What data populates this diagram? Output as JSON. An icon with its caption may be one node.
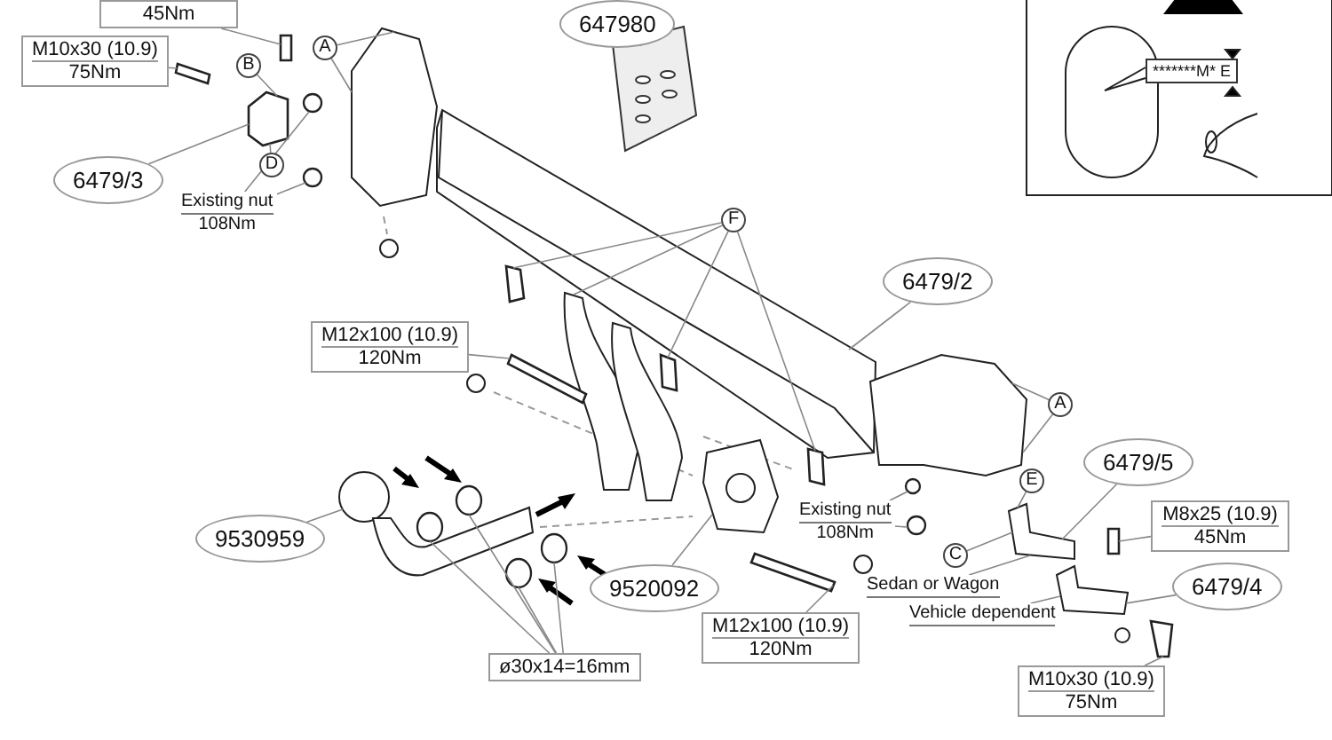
{
  "diagram": {
    "nodes": [
      {
        "text": [
          "45Nm"
        ]
      },
      {
        "text": [
          "647980"
        ]
      },
      {
        "text": [
          "M10x30 (10.9)",
          "75Nm"
        ]
      },
      {
        "text": [
          "B"
        ]
      },
      {
        "text": [
          "A"
        ]
      },
      {
        "text": [
          "6479/3"
        ]
      },
      {
        "text": [
          "D"
        ]
      },
      {
        "text": [
          "Existing nut",
          "108Nm"
        ]
      },
      {
        "text": [
          "F"
        ]
      },
      {
        "text": [
          "6479/2"
        ]
      },
      {
        "text": [
          "M12x100 (10.9)",
          "120Nm"
        ]
      },
      {
        "text": [
          "A"
        ]
      },
      {
        "text": [
          "6479/5"
        ]
      },
      {
        "text": [
          "E"
        ]
      },
      {
        "text": [
          "Existing nut",
          "108Nm"
        ]
      },
      {
        "text": [
          "C"
        ]
      },
      {
        "text": [
          "9530959"
        ]
      },
      {
        "text": [
          "9520092"
        ]
      },
      {
        "text": [
          "M8x25 (10.9)",
          "45Nm"
        ]
      },
      {
        "text": [
          "Sedan or Wagon"
        ]
      },
      {
        "text": [
          "6479/4"
        ]
      },
      {
        "text": [
          "Vehicle dependent"
        ]
      },
      {
        "text": [
          "M12x100 (10.9)",
          "120Nm"
        ]
      },
      {
        "text": [
          "ø30x14=16mm"
        ]
      },
      {
        "text": [
          "M10x30 (10.9)",
          "75Nm"
        ]
      },
      {
        "text": [
          "*******M* E"
        ]
      },
      {
        "text": [],
        "shape": "box"
      },
      {
        "text": [],
        "shape": "picture"
      },
      {
        "text": [],
        "shape": "box"
      },
      {
        "text": [],
        "shape": "box"
      },
      {
        "text": [],
        "shape": "picture"
      },
      {
        "text": [],
        "shape": "circle"
      },
      {
        "text": [],
        "shape": "circle"
      },
      {
        "text": [],
        "shape": "box"
      },
      {
        "text": [],
        "shape": "picture"
      },
      {
        "text": [],
        "shape": "box"
      },
      {
        "text": [],
        "shape": "box"
      },
      {
        "text": [],
        "shape": "picture"
      },
      {
        "text": [],
        "shape": "box"
      },
      {
        "text": [],
        "shape": "picture"
      },
      {
        "text": [],
        "shape": "picture"
      },
      {
        "text": [],
        "shape": "circle"
      },
      {
        "text": [],
        "shape": "circle"
      },
      {
        "text": [],
        "shape": "picture"
      },
      {
        "text": [],
        "shape": "picture"
      },
      {
        "text": [],
        "shape": "box"
      },
      {
        "text": [],
        "shape": "picture"
      },
      {
        "text": [],
        "shape": "box"
      },
      {
        "text": [],
        "shape": "circle"
      },
      {
        "text": [],
        "shape": "circle"
      },
      {
        "text": [],
        "shape": "circle"
      },
      {
        "text": [],
        "shape": "circle"
      },
      {
        "text": [],
        "shape": "box"
      }
    ],
    "edges": [
      {
        "from": 0,
        "to": 26,
        "arrow": "none"
      },
      {
        "from": 1,
        "to": 27,
        "arrow": "none"
      },
      {
        "from": 2,
        "to": 28,
        "arrow": "none"
      },
      {
        "from": 3,
        "to": 29,
        "arrow": "none"
      },
      {
        "from": 4,
        "to": 30,
        "arrow": "none"
      },
      {
        "from": 4,
        "to": 30,
        "arrow": "none"
      },
      {
        "from": 5,
        "to": 29,
        "arrow": "none"
      },
      {
        "from": 6,
        "to": 29,
        "arrow": "none"
      },
      {
        "from": 7,
        "to": 31,
        "arrow": "none"
      },
      {
        "from": 7,
        "to": 32,
        "arrow": "none"
      },
      {
        "from": 8,
        "to": 33,
        "arrow": "none"
      },
      {
        "from": 8,
        "to": 34,
        "arrow": "none"
      },
      {
        "from": 8,
        "to": 35,
        "arrow": "none"
      },
      {
        "from": 8,
        "to": 36,
        "arrow": "none"
      },
      {
        "from": 9,
        "to": 37,
        "arrow": "none"
      },
      {
        "from": 10,
        "to": 38,
        "arrow": "none"
      },
      {
        "from": 11,
        "to": 39,
        "arrow": "none"
      },
      {
        "from": 11,
        "to": 39,
        "arrow": "none"
      },
      {
        "from": 12,
        "to": 40,
        "arrow": "none"
      },
      {
        "from": 13,
        "to": 40,
        "arrow": "none"
      },
      {
        "from": 14,
        "to": 41,
        "arrow": "none"
      },
      {
        "from": 14,
        "to": 42,
        "arrow": "none"
      },
      {
        "from": 15,
        "to": 40,
        "arrow": "none"
      },
      {
        "from": 16,
        "to": 43,
        "arrow": "none"
      },
      {
        "from": 17,
        "to": 44,
        "arrow": "none"
      },
      {
        "from": 18,
        "to": 45,
        "arrow": "none"
      },
      {
        "from": 19,
        "to": 40,
        "arrow": "none"
      },
      {
        "from": 20,
        "to": 46,
        "arrow": "none"
      },
      {
        "from": 21,
        "to": 46,
        "arrow": "none"
      },
      {
        "from": 22,
        "to": 47,
        "arrow": "none"
      },
      {
        "from": 23,
        "to": 48,
        "arrow": "none"
      },
      {
        "from": 23,
        "to": 49,
        "arrow": "none"
      },
      {
        "from": 23,
        "to": 50,
        "arrow": "none"
      },
      {
        "from": 23,
        "to": 51,
        "arrow": "none"
      },
      {
        "from": 24,
        "to": 52,
        "arrow": "none"
      }
    ]
  }
}
